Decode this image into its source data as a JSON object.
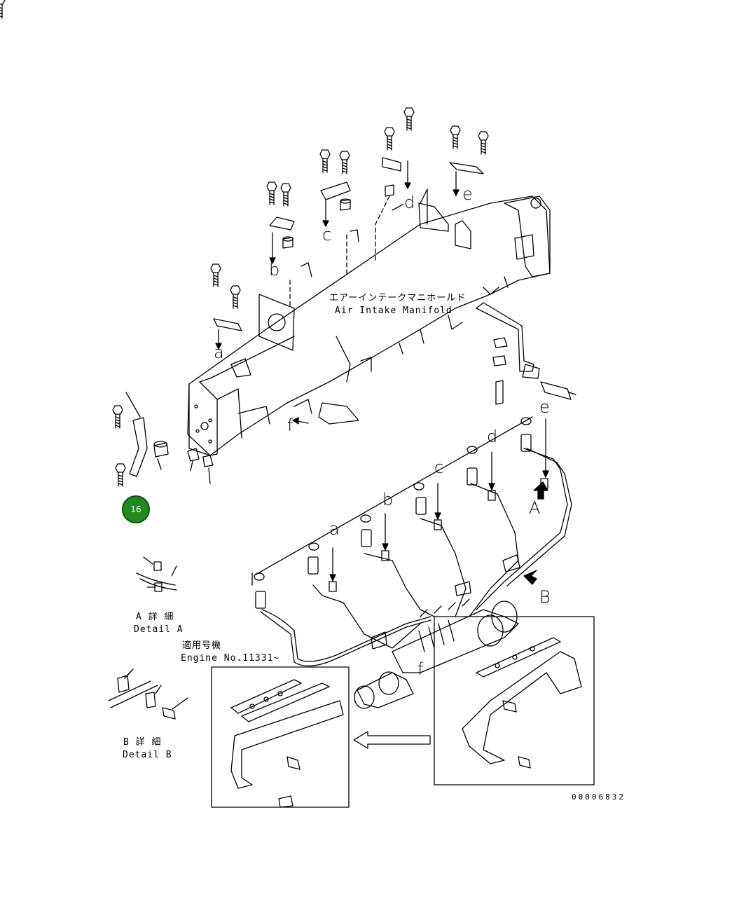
{
  "callout_badge": {
    "label": "16",
    "color": "#1f8a1f"
  },
  "manifold_label": {
    "jp": "エアーインテークマニホールド",
    "en": "Air Intake Manifold"
  },
  "engine_label": {
    "jp": "適用号機",
    "en": "Engine No.11331~"
  },
  "detail_a": {
    "jp": "A 詳 細",
    "en": "Detail A"
  },
  "detail_b": {
    "jp": "B 詳 細",
    "en": "Detail B"
  },
  "view_letters": [
    "a",
    "b",
    "c",
    "d",
    "e",
    "f",
    "A",
    "B"
  ],
  "drawing_number": "00006832"
}
